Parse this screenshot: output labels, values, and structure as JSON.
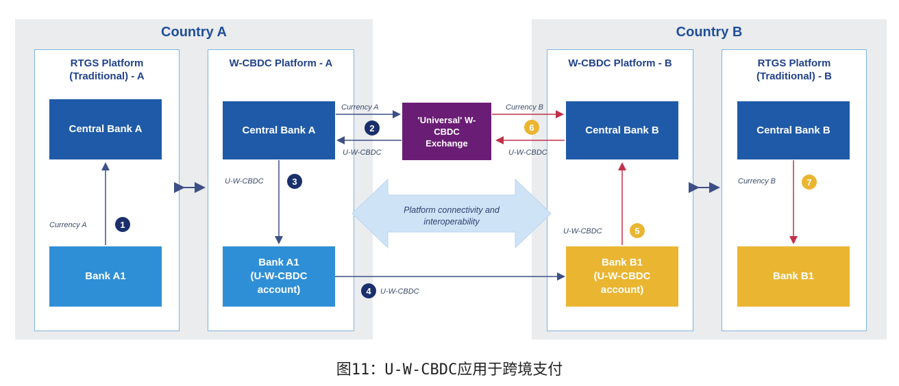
{
  "country_a": {
    "title": "Country A"
  },
  "country_b": {
    "title": "Country B"
  },
  "platforms": {
    "rtgs_a": "RTGS Platform\n(Traditional) - A",
    "wcbdc_a": "W-CBDC Platform - A",
    "wcbdc_b": "W-CBDC Platform - B",
    "rtgs_b": "RTGS Platform\n(Traditional) - B"
  },
  "boxes": {
    "rtgs_a_central": "Central Bank A",
    "rtgs_a_bank": "Bank A1",
    "wcbdc_a_central": "Central Bank A",
    "wcbdc_a_bank": "Bank A1\n(U-W-CBDC\naccount)",
    "exchange": "'Universal' W-\nCBDC\nExchange",
    "wcbdc_b_central": "Central Bank B",
    "wcbdc_b_bank": "Bank B1\n(U-W-CBDC\naccount)",
    "rtgs_b_central": "Central Bank B",
    "rtgs_b_bank": "Bank B1"
  },
  "flow_labels": {
    "step1": "Currency A",
    "step2_top": "Currency A",
    "step2_bottom": "U-W-CBDC",
    "step3": "U-W-CBDC",
    "step4": "U-W-CBDC",
    "step5": "U-W-CBDC",
    "step6_top": "Currency B",
    "step6_bottom": "U-W-CBDC",
    "step7": "Currency B"
  },
  "steps": [
    "1",
    "2",
    "3",
    "4",
    "5",
    "6",
    "7"
  ],
  "connectivity": {
    "line1": "Platform connectivity and",
    "line2": "interoperability"
  },
  "caption": "图11：U-W-CBDC应用于跨境支付",
  "colors": {
    "dark_blue": "#1f5aa8",
    "light_blue": "#2f8fd6",
    "gold": "#eab531",
    "purple": "#6a1d74",
    "arrow_blue": "#3d4f85",
    "arrow_red": "#c0314a",
    "title_blue": "#1f4e99"
  }
}
